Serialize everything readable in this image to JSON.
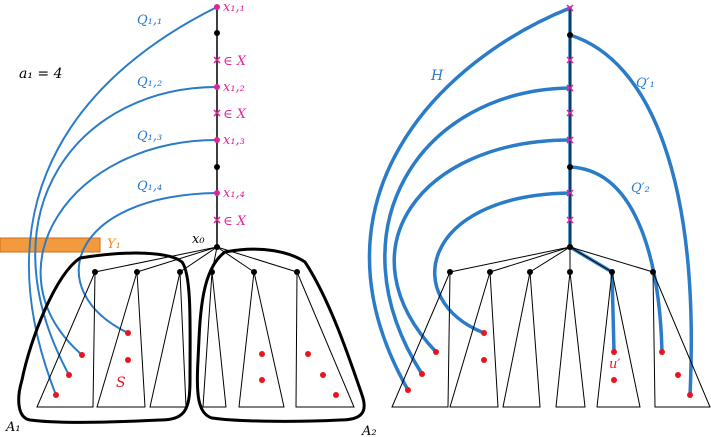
{
  "colors": {
    "blue": "#2a7bc8",
    "magenta": "#e0259a",
    "red": "#e8141e",
    "orange": "#f08a1c",
    "black": "#000000"
  },
  "labels": {
    "a1": "a₁ = 4",
    "q11": "Q₁,₁",
    "q12": "Q₁,₂",
    "q13": "Q₁,₃",
    "q14": "Q₁,₄",
    "x11": "x₁,₁",
    "x12": "x₁,₂",
    "x13": "x₁,₃",
    "x14": "x₁,₄",
    "inX1": "∈ X",
    "inX2": "∈ X",
    "inX3": "∈ X",
    "y1": "Y₁",
    "x0": "x₀",
    "s": "S",
    "A1": "A₁",
    "A2": "A₂",
    "H": "H",
    "q1p": "Q′₁",
    "q2p": "Q′₂",
    "up": "u′"
  }
}
